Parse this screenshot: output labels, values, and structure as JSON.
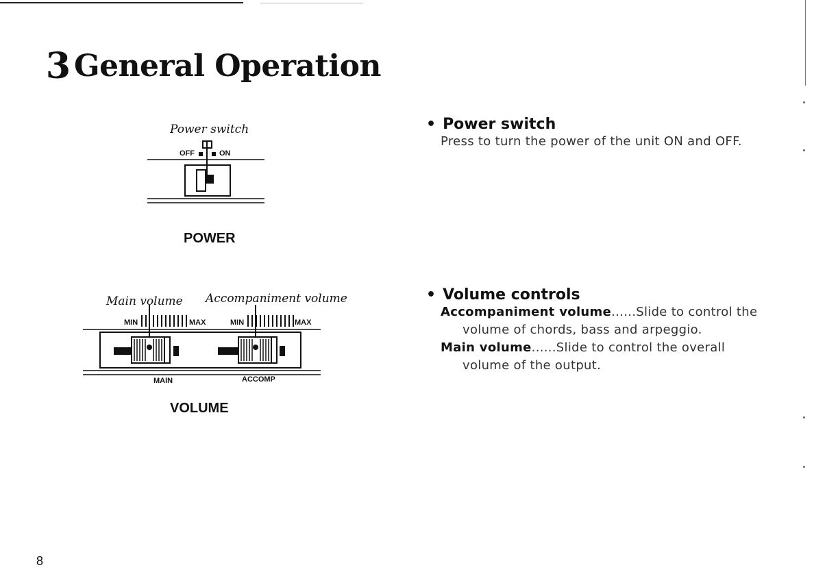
{
  "chapter": {
    "number": "3",
    "title": "General Operation"
  },
  "power_figure": {
    "label": "Power switch",
    "off_label": "OFF",
    "on_label": "ON",
    "caption": "POWER"
  },
  "volume_figure": {
    "main_label": "Main volume",
    "accomp_label": "Accompaniment volume",
    "min_label": "MIN",
    "max_label": "MAX",
    "main_slider_label": "MAIN",
    "accomp_slider_label": "ACCOMP",
    "caption": "VOLUME"
  },
  "sections": {
    "power": {
      "heading": "Power switch",
      "text": "Press to turn the power of the unit ON and OFF."
    },
    "volume": {
      "heading": "Volume controls",
      "accomp_term": "Accompaniment volume",
      "accomp_desc": "......Slide to control the",
      "accomp_desc_2": "volume of chords, bass and arpeggio.",
      "main_term": "Main volume",
      "main_desc": "......Slide to control the overall",
      "main_desc_2": "volume of the output."
    }
  },
  "page_number": "8"
}
